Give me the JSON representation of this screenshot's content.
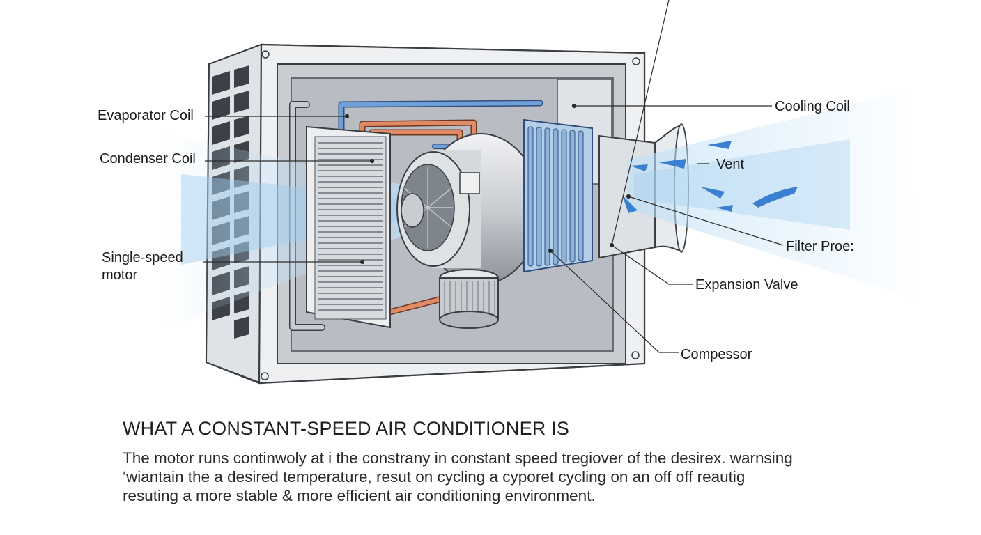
{
  "labels": {
    "evaporator_coil": "Evaporator Coil",
    "condenser_coil": "Condenser Coil",
    "single_speed_motor": "Single-speed\nmotor",
    "cooling_coil": "Cooling Coil",
    "vent": "Vent",
    "filter": "Filter Proe:",
    "expansion_valve": "Expansion Valve",
    "compressor": "Compessor"
  },
  "caption": {
    "title": "WHAT A CONSTANT-SPEED AIR CONDITIONER IS",
    "lines": [
      "The motor runs continwoly at i the constrany in constant speed tregiover of the desirex. warnsing",
      "‘wiantain the a desired temperature, resut on cycling a cyporet cycling on an off off reautig",
      "resuting a more stable & more efficient air conditioning environment."
    ]
  },
  "colors": {
    "housing": "#e4e6e9",
    "housing_stroke": "#3a3d42",
    "cold_line": "#6f9fd8",
    "hot_line": "#e08a66",
    "airflow": "#a9d0f0",
    "coil_blue": "#9fc1e3"
  }
}
